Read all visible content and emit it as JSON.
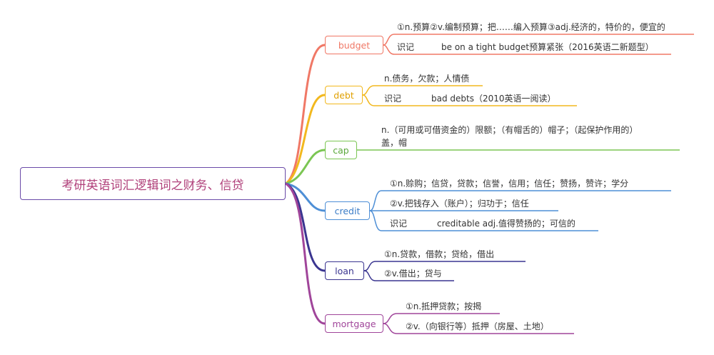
{
  "root": {
    "title": "考研英语词汇逻辑词之财务、信贷"
  },
  "branches": [
    {
      "word": "budget",
      "color": "#f07866",
      "lines": [
        "①n.预算②v.编制预算；把……编入预算③adj.经济的，特价的，便宜的",
        "识记"
      ],
      "memo": "be on a tight budget预算紧张（2016英语二新题型）"
    },
    {
      "word": "debt",
      "color": "#f2b81e",
      "lines": [
        "n.债务，欠款；人情债",
        "识记"
      ],
      "memo": "bad  debts（2010英语一阅读）"
    },
    {
      "word": "cap",
      "color": "#7bc653",
      "lines": [
        "n.（可用或可借资金的）限额；（有帽舌的）帽子；（起保护作用的）",
        "盖，帽"
      ]
    },
    {
      "word": "credit",
      "color": "#4e8fd6",
      "lines": [
        "①n.赊购；信贷，贷款；信誉，信用；信任；赞扬，赞许；学分",
        "②v.把钱存入（账户）；归功于；信任",
        "识记"
      ],
      "memo": "creditable adj.值得赞扬的；可信的"
    },
    {
      "word": "loan",
      "color": "#3a3590",
      "lines": [
        "①n.贷款，借款；贷给，借出",
        "②v.借出；贷与"
      ]
    },
    {
      "word": "mortgage",
      "color": "#a0459a",
      "lines": [
        "①n.抵押贷款；按揭",
        "②v.（向银行等）抵押（房屋、土地）"
      ]
    }
  ]
}
